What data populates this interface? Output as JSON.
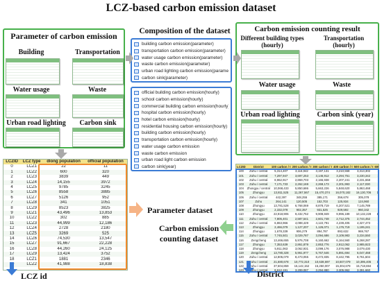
{
  "title": "LCZ-based carbon emission dataset",
  "param_panel": {
    "title": "Parameter of carbon emission",
    "items": [
      "Building",
      "Transportation",
      "Water usage",
      "Waste",
      "Urban road lighting",
      "Carbon sink"
    ]
  },
  "composition": {
    "title": "Composition of the dataset",
    "param_files": [
      "building carbon emission(parameter)",
      "transportation carbon emission(parameter)",
      "water usage carbon emission(parameter)",
      "waste carbon emission(parameter)",
      "urban road lighting carbon emission(parameter)",
      "carbon sink(parameter)"
    ],
    "hourly_files": [
      "official building carbon emission(hourly)",
      "school carbon emission(hourly)",
      "commercial building carbon emission(hourly)",
      "hospital carbon emission(hourly)",
      "hotel carbon emission(hourly)",
      "residential housing carbon emission(hourly)",
      "building carbon emission(hourly)",
      "transportation carbon emission(hourly)",
      "water usage carbon emission",
      "waste carbon emission",
      "urban road light carbon emission",
      "carbon sink(year)"
    ]
  },
  "result_panel": {
    "title": "Carbon emission counting result",
    "items": [
      "Different building types (hourly)",
      "Transportation (hourly)",
      "Water usage",
      "Waste",
      "Urban road lighting",
      "Carbon sink (year)"
    ]
  },
  "lcz_table": {
    "headers": [
      "LCZID",
      "LCZ type",
      "dlong population",
      "official population"
    ],
    "rows": [
      [
        "0",
        "LCZ1",
        "22",
        "11"
      ],
      [
        "1",
        "LCZ2",
        "600",
        "320"
      ],
      [
        "2",
        "LCZ3",
        "3839",
        "449"
      ],
      [
        "3",
        "LCZ4",
        "14,155",
        "3972"
      ],
      [
        "4",
        "LCZ5",
        "9785",
        "3245"
      ],
      [
        "5",
        "LCZ6",
        "8558",
        "3885"
      ],
      [
        "6",
        "LCZ7",
        "5126",
        "952"
      ],
      [
        "7",
        "LCZ8",
        "341",
        "1051"
      ],
      [
        "8",
        "LCZ9",
        "8523",
        "3825"
      ],
      [
        "9",
        "LCZ1",
        "43,496",
        "13,853"
      ],
      [
        "10",
        "LCZ2",
        "302",
        "885"
      ],
      [
        "11",
        "LCZ3",
        "44,999",
        "12,186"
      ],
      [
        "12",
        "LCZ4",
        "2728",
        "2180"
      ],
      [
        "13",
        "LCZ5",
        "3269",
        "525"
      ],
      [
        "14",
        "LCZ6",
        "74,530",
        "13,547"
      ],
      [
        "15",
        "LCZ7",
        "91,667",
        "22,228"
      ],
      [
        "16",
        "LCZ8",
        "44,260",
        "24,125"
      ],
      [
        "17",
        "LCZ9",
        "13,424",
        "3752"
      ],
      [
        "18",
        "LCZ1",
        "1881",
        "2346"
      ],
      [
        "19",
        "LCZ2",
        "41,988",
        "18,838"
      ]
    ]
  },
  "district_table": {
    "headers": [
      "LCZID",
      "District",
      "100 carbon / t",
      "200 carbon / t",
      "300 carbon / t",
      "400 carbon / t",
      "500 carbon / t",
      "600 carbon / t"
    ],
    "rows": [
      [
        "100",
        "Zuhu / central",
        "5,314,407",
        "3,116,942",
        "3,197,131",
        "3,210,558",
        "3,313,302",
        "3,397,006"
      ],
      [
        "101",
        "Zuhu / central",
        "7,297,947",
        "3,697,253",
        "3,146,912",
        "3,294,751",
        "3,230,342",
        "3,337,979"
      ],
      [
        "102",
        "Zuhu / central",
        "8,962,917",
        "2,869,703",
        "2,165,938",
        "2,207,241",
        "2,231,658",
        "2,518,591"
      ],
      [
        "103",
        "Zuhu / central",
        "7,171,733",
        "2,262,169",
        "2,269,173",
        "2,201,993",
        "2,117,030",
        "2,164,470"
      ],
      [
        "104",
        "Zhongyu / central",
        "10,068,433",
        "5,850,686",
        "5,663,226",
        "5,848,620",
        "5,863,468",
        "5,883,000"
      ],
      [
        "105",
        "Zhongyu",
        "13,811,525",
        "11,267,567",
        "15,470,374",
        "16,070,182",
        "16,130,706",
        "16,011,000"
      ],
      [
        "106",
        "Zuhu / central",
        "442,397",
        "348,255",
        "385,171",
        "356,678",
        "305,078",
        "256,500"
      ],
      [
        "107",
        "Zuhu",
        "264,141",
        "120,505",
        "152,703",
        "125,934",
        "124,960",
        "120,401"
      ],
      [
        "108",
        "Zhongyu",
        "13,781,528",
        "6,768,069",
        "8,878,719",
        "6,207,521",
        "7,145,789",
        "7,245,260"
      ],
      [
        "109",
        "Zhongyu",
        "2,332,078",
        "902,357",
        "931,525",
        "929,592",
        "960,342",
        "987,400"
      ],
      [
        "110",
        "Zhongyu",
        "22,918,906",
        "9,432,752",
        "9,908,849",
        "9,996,189",
        "10,132,228",
        "10,290,093"
      ],
      [
        "111",
        "Zuhu / central",
        "7,805,401",
        "2,587,541",
        "2,601,748",
        "2,712,375",
        "2,744,452",
        "2,799,300"
      ],
      [
        "112",
        "Zuhu / central",
        "6,863,966",
        "4,088,429",
        "4,122,791",
        "4,239,405",
        "4,327,473",
        "4,389,079"
      ],
      [
        "113",
        "Zhongyu",
        "2,466,079",
        "1,127,207",
        "1,126,071",
        "1,176,719",
        "1,195,241",
        "1,186,700"
      ],
      [
        "114",
        "Zhongyu",
        "1,678,339",
        "906,279",
        "894,787",
        "892,632",
        "969,767",
        "892,800"
      ],
      [
        "115",
        "Zuhu / central",
        "7,745,501",
        "3,029,787",
        "3,094,686",
        "3,109,983",
        "3,234,550",
        "3,303,500"
      ],
      [
        "116",
        "Zengcheng",
        "13,466,655",
        "5,976,708",
        "6,160,662",
        "6,164,560",
        "6,268,287",
        "6,472,500"
      ],
      [
        "117",
        "Zhongyu",
        "7,353,639",
        "2,861,879",
        "2,853,776",
        "2,912,062",
        "2,985,923",
        "3,025,200"
      ],
      [
        "118",
        "Zhongyu",
        "5,911,063",
        "3,062,931",
        "3,099,176",
        "3,076,988",
        "3,079,430",
        "3,166,300"
      ],
      [
        "119",
        "Zengcheng",
        "13,780,328",
        "5,961,977",
        "5,767,546",
        "5,891,694",
        "6,047,468",
        "6,187,900"
      ],
      [
        "120",
        "Zuhu / central",
        "12,805,079",
        "8,473,055",
        "8,472,835",
        "8,442,795",
        "8,761,604",
        "8,879,900"
      ],
      [
        "121",
        "Zuhu / central",
        "21,680,678",
        "10,772,310",
        "10,638,697",
        "10,507,079",
        "10,395,405",
        "10,512,000"
      ],
      [
        "122",
        "Zuhu / central",
        "37,604,859",
        "15,142,152",
        "15,250,007",
        "15,304,679",
        "15,718,694",
        "15,821,600"
      ],
      [
        "123",
        "Zuhu / central",
        "8,612,191",
        "3,299,087",
        "3,294,880",
        "3,305,962",
        "3,391,660",
        "3,469,000"
      ],
      [
        "124",
        "Zuhu / central",
        "7,816,991",
        "3,261,601",
        "3,270,003",
        "3,334,967",
        "3,357,699",
        "3,425,600"
      ],
      [
        "125",
        "Zhongyu",
        "3,805,517",
        "1,666,861",
        "1,708,817",
        "1,817,936",
        "1,835,973",
        "1,855,100"
      ],
      [
        "126",
        "Zuhu / central",
        "31,815,694",
        "18,660,539",
        "17,557,357",
        "17,919,079",
        "17,961,656",
        "17,963,000"
      ],
      [
        "127",
        "Zuhu / central",
        "9,889,128",
        "3,008,427",
        "3,062,770",
        "3,177,129",
        "3,273,125",
        "3,304,700"
      ]
    ]
  },
  "labels": {
    "parameter_dataset": "Parameter dataset",
    "counting_dataset": "Carbon emission counting dataset",
    "lcz_id": "LCZ id",
    "district": "District"
  }
}
